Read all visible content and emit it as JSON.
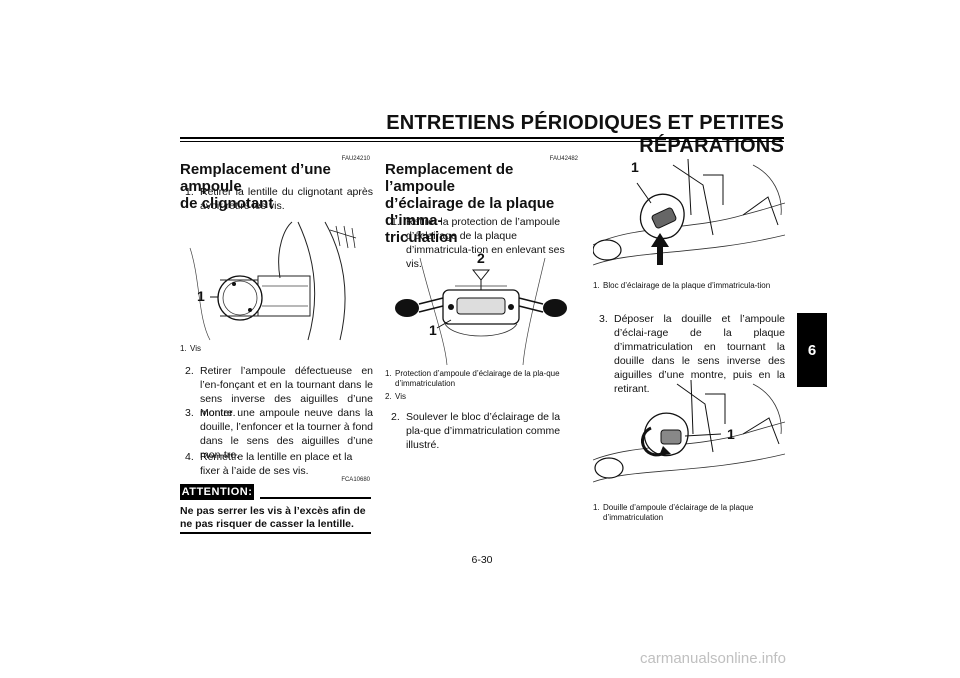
{
  "header": {
    "title": "ENTRETIENS PÉRIODIQUES ET PETITES RÉPARATIONS"
  },
  "side_tab": "6",
  "left": {
    "code": "FAU24210",
    "title_l1": "Remplacement d’une ampoule",
    "title_l2": "de clignotant",
    "step1": {
      "num": "1.",
      "text": "Retirer la lentille du clignotant après avoir retiré les vis."
    },
    "figure": {
      "label": "1"
    },
    "caption": {
      "num": "1.",
      "text": "Vis"
    },
    "step2": {
      "num": "2.",
      "text": "Retirer l’ampoule défectueuse en l’en-fonçant et en la tournant dans le sens inverse des aiguilles d’une montre."
    },
    "step3": {
      "num": "3.",
      "text": "Monter une ampoule neuve dans la douille, l’enfoncer et la tourner à fond dans le sens des aiguilles d’une mon-tre."
    },
    "step4": {
      "num": "4.",
      "text": "Remettre la lentille en place et la fixer à l’aide de ses vis."
    },
    "attention_code": "FCA10680",
    "attention_label": "ATTENTION:",
    "attention_text": "Ne pas serrer les vis à l’excès afin de ne pas risquer de casser la lentille."
  },
  "middle": {
    "code": "FAU42482",
    "title_l1": "Remplacement de l’ampoule",
    "title_l2": "d’éclairage de la plaque d’imma-",
    "title_l3": "triculation",
    "step1": {
      "num": "1.",
      "text": "Retirer la protection de l’ampoule d’éclairage de la plaque d’immatricula-tion en enlevant ses vis."
    },
    "figure": {
      "label1": "1",
      "label2": "2"
    },
    "caption1": {
      "num": "1.",
      "text": "Protection d’ampoule d’éclairage de la pla-que d’immatriculation"
    },
    "caption2": {
      "num": "2.",
      "text": "Vis"
    },
    "step2": {
      "num": "2.",
      "text": "Soulever le bloc d’éclairage de la pla-que d’immatriculation comme illustré."
    }
  },
  "right": {
    "figure1": {
      "label": "1"
    },
    "caption1": {
      "num": "1.",
      "text": "Bloc d’éclairage de la plaque d’immatricula-tion"
    },
    "step3": {
      "num": "3.",
      "text": "Déposer la douille et l’ampoule d’éclai-rage de la plaque d’immatriculation en tournant la douille dans le sens inverse des aiguilles d’une montre, puis en la retirant."
    },
    "figure2": {
      "label": "1"
    },
    "caption2": {
      "num": "1.",
      "text": "Douille d’ampoule d’éclairage de la plaque d’immatriculation"
    }
  },
  "page_number": "6-30",
  "watermark": "carmanualsonline.info"
}
